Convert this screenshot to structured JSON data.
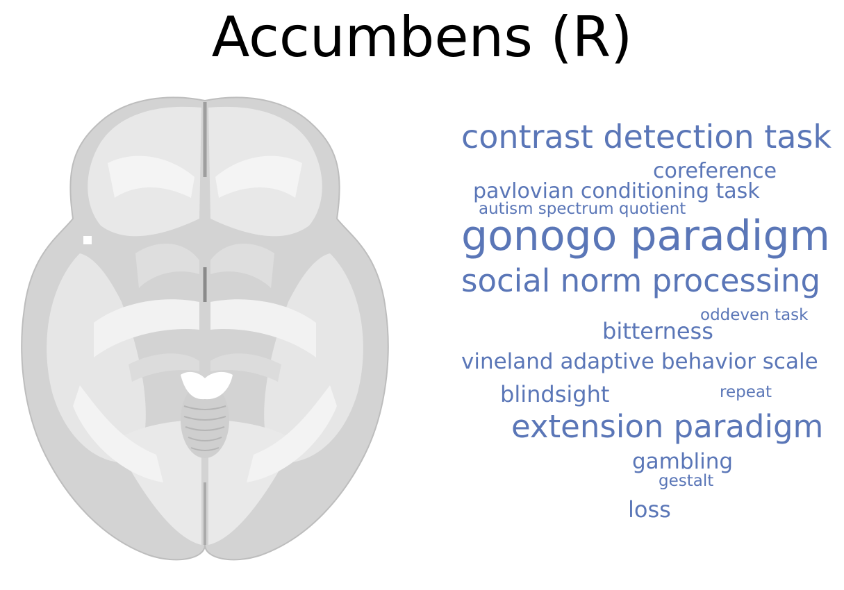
{
  "title": "Accumbens (R)",
  "colors": {
    "word_color": "#5a76b7",
    "background": "#ffffff",
    "title_color": "#000000"
  },
  "image": {
    "subject": "axial-brain-slice"
  },
  "word_cloud": [
    {
      "text": "contrast detection task"
    },
    {
      "text": "coreference"
    },
    {
      "text": "pavlovian conditioning task"
    },
    {
      "text": "autism spectrum quotient"
    },
    {
      "text": "gonogo paradigm"
    },
    {
      "text": "social norm processing"
    },
    {
      "text": "oddeven task"
    },
    {
      "text": "bitterness"
    },
    {
      "text": "vineland adaptive behavior scale"
    },
    {
      "text": "blindsight"
    },
    {
      "text": "repeat"
    },
    {
      "text": "extension paradigm"
    },
    {
      "text": "gambling"
    },
    {
      "text": "gestalt"
    },
    {
      "text": "loss"
    }
  ]
}
